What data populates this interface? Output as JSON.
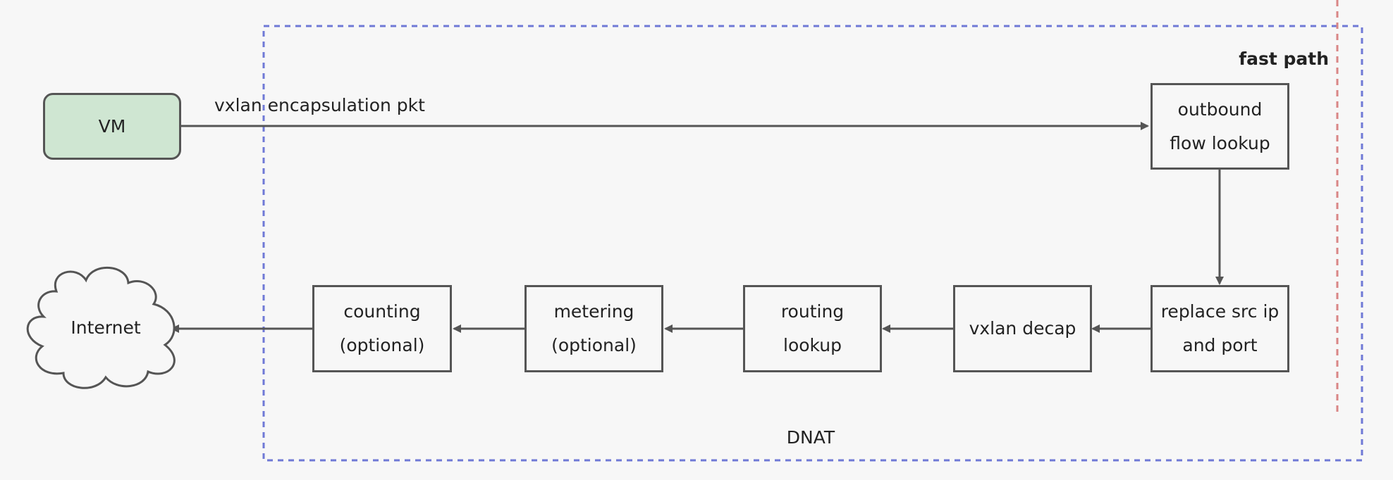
{
  "nodes": {
    "vm": "VM",
    "outbound": {
      "line1": "outbound",
      "line2": "flow lookup"
    },
    "replace": {
      "line1": "replace src ip",
      "line2": "and port"
    },
    "decap": "vxlan decap",
    "routing": {
      "line1": "routing",
      "line2": "lookup"
    },
    "metering": {
      "line1": "metering",
      "line2": "(optional)"
    },
    "counting": {
      "line1": "counting",
      "line2": "(optional)"
    },
    "internet": "Internet"
  },
  "labels": {
    "edge_vm": "vxlan encapsulation pkt",
    "fast_path": "fast path",
    "dnat": "DNAT"
  },
  "colors": {
    "stroke": "#555555",
    "vm_fill": "#cfe6d2",
    "dnat_border": "#6f79d6",
    "red_line": "#d98686"
  }
}
